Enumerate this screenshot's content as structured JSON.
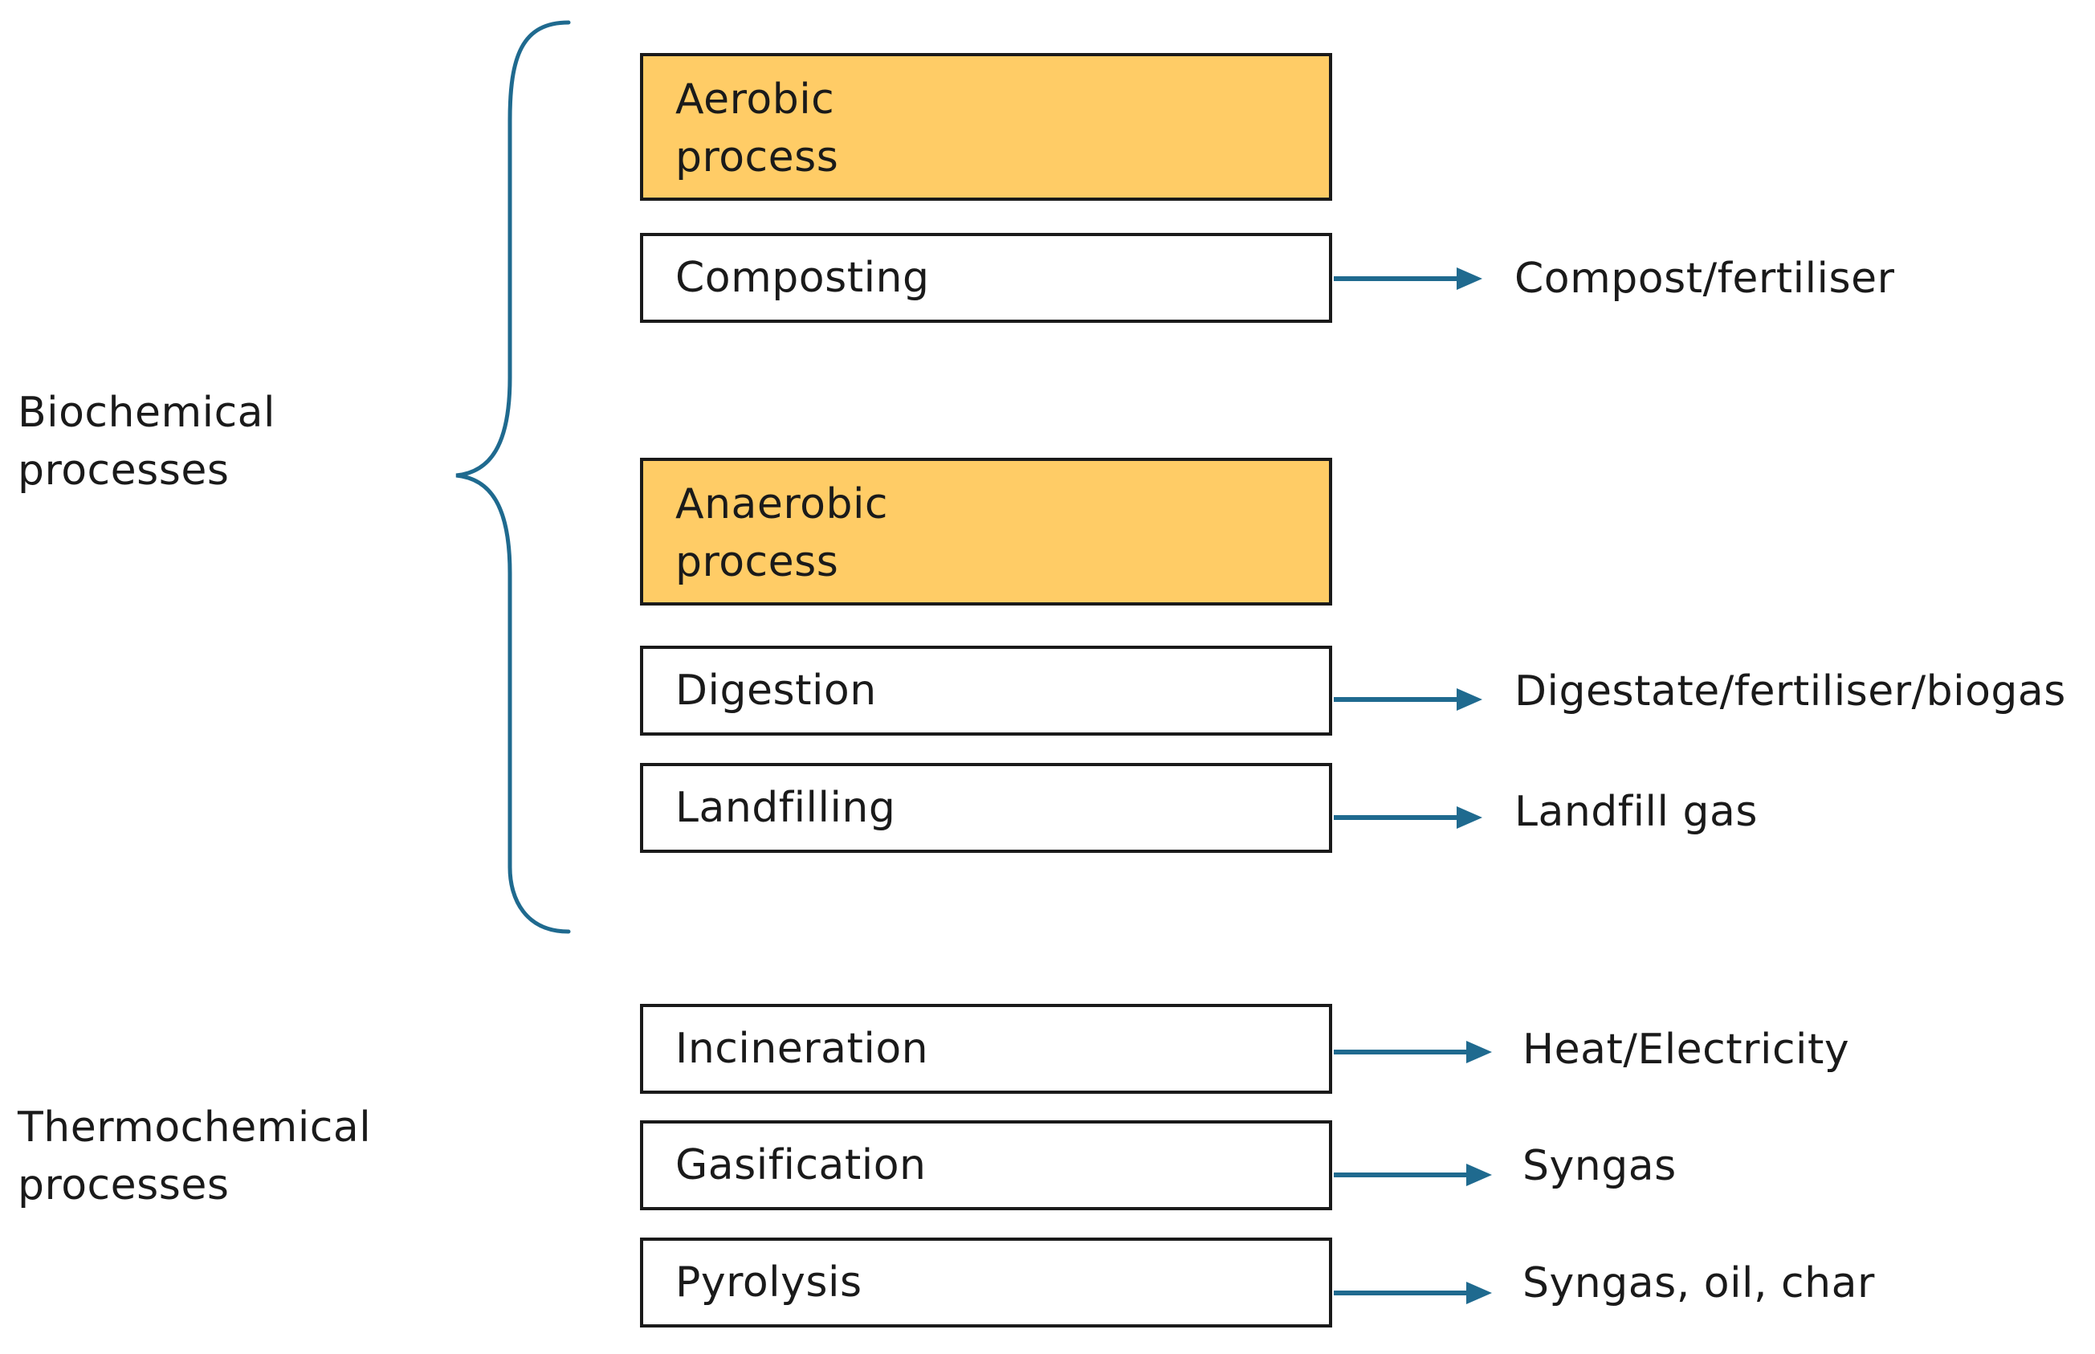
{
  "groups": {
    "biochemical": "Biochemical\nprocesses",
    "thermochemical": "Thermochemical\nprocesses"
  },
  "headers": {
    "aerobic": "Aerobic\nprocess",
    "anaerobic": "Anaerobic\nprocess"
  },
  "processes": {
    "composting": "Composting",
    "digestion": "Digestion",
    "landfilling": "Landfilling",
    "incineration": "Incineration",
    "gasification": "Gasification",
    "pyrolysis": "Pyrolysis"
  },
  "outputs": {
    "composting": "Compost/fertiliser",
    "digestion": "Digestate/fertiliser/biogas",
    "landfilling": "Landfill gas",
    "incineration": "Heat/Electricity",
    "gasification": "Syngas",
    "pyrolysis": "Syngas, oil, char"
  },
  "colors": {
    "header_fill": "#ffcc66",
    "arrow_and_brace": "#1f6a8f",
    "box_border": "#1a1a1a"
  }
}
